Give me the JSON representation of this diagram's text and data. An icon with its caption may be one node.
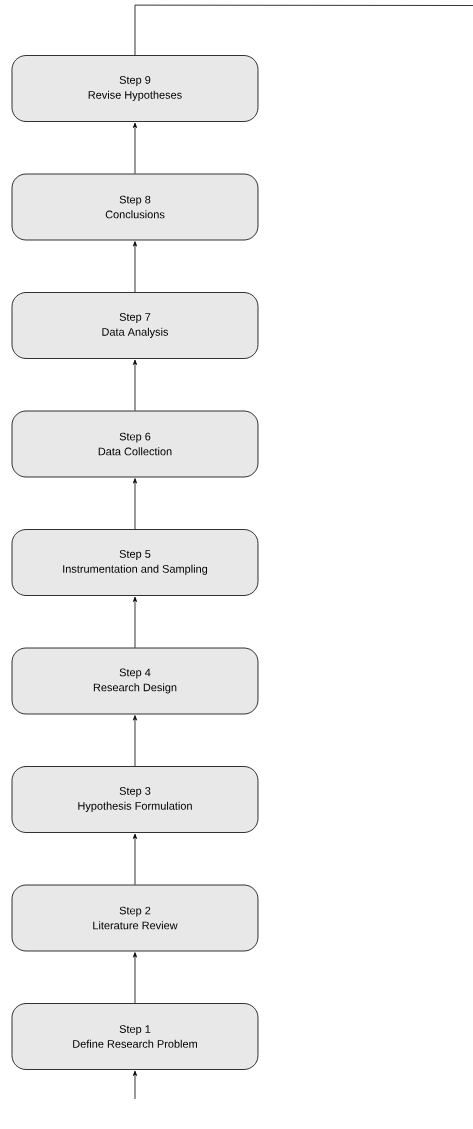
{
  "diagram": {
    "nodes": [
      {
        "text": [
          "Step 9",
          "Revise Hypotheses"
        ]
      },
      {
        "text": [
          "Step 8",
          "Conclusions"
        ]
      },
      {
        "text": [
          "Step 7",
          "Data Analysis"
        ]
      },
      {
        "text": [
          "Step 6",
          "Data Collection"
        ]
      },
      {
        "text": [
          "Step 5",
          "Instrumentation and Sampling"
        ]
      },
      {
        "text": [
          "Step 4",
          "Research Design"
        ]
      },
      {
        "text": [
          "Step 3",
          "Hypothesis Formulation"
        ]
      },
      {
        "text": [
          "Step 2",
          "Literature Review"
        ]
      },
      {
        "text": [
          "Step 1",
          "Define Research Problem"
        ]
      }
    ],
    "edges": [
      {
        "from": null,
        "to": 8,
        "arrow": "to"
      },
      {
        "from": 8,
        "to": 7,
        "arrow": "to"
      },
      {
        "from": 7,
        "to": 6,
        "arrow": "to"
      },
      {
        "from": 6,
        "to": 5,
        "arrow": "to"
      },
      {
        "from": 5,
        "to": 4,
        "arrow": "to"
      },
      {
        "from": 4,
        "to": 3,
        "arrow": "to"
      },
      {
        "from": 3,
        "to": 2,
        "arrow": "to"
      },
      {
        "from": 2,
        "to": 1,
        "arrow": "to"
      },
      {
        "from": 1,
        "to": 0,
        "arrow": "to"
      },
      {
        "from": 0,
        "to": null,
        "arrow": "none"
      }
    ]
  }
}
